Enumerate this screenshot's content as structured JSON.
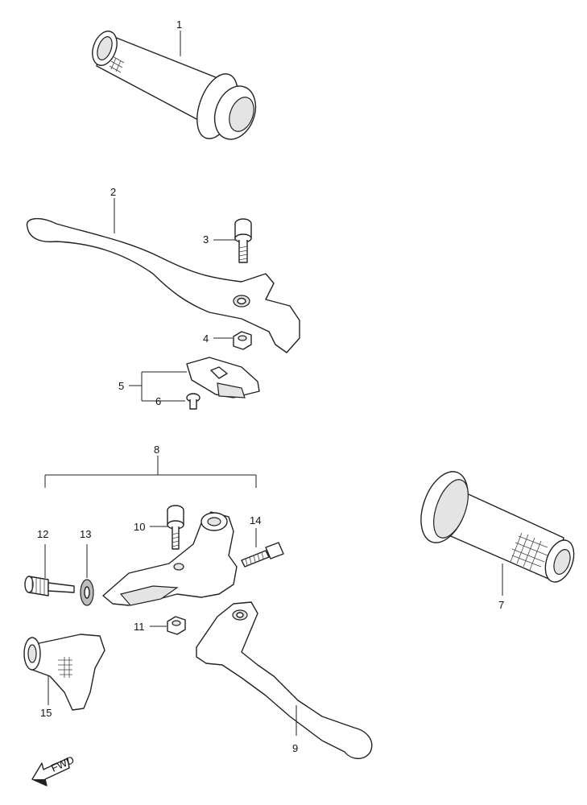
{
  "callouts": {
    "p1": "1",
    "p2": "2",
    "p3": "3",
    "p4": "4",
    "p5": "5",
    "p6": "6",
    "p7": "7",
    "p8": "8",
    "p9": "9",
    "p10": "10",
    "p11": "11",
    "p12": "12",
    "p13": "13",
    "p14": "14",
    "p15": "15"
  },
  "fwd_label": "FWD"
}
